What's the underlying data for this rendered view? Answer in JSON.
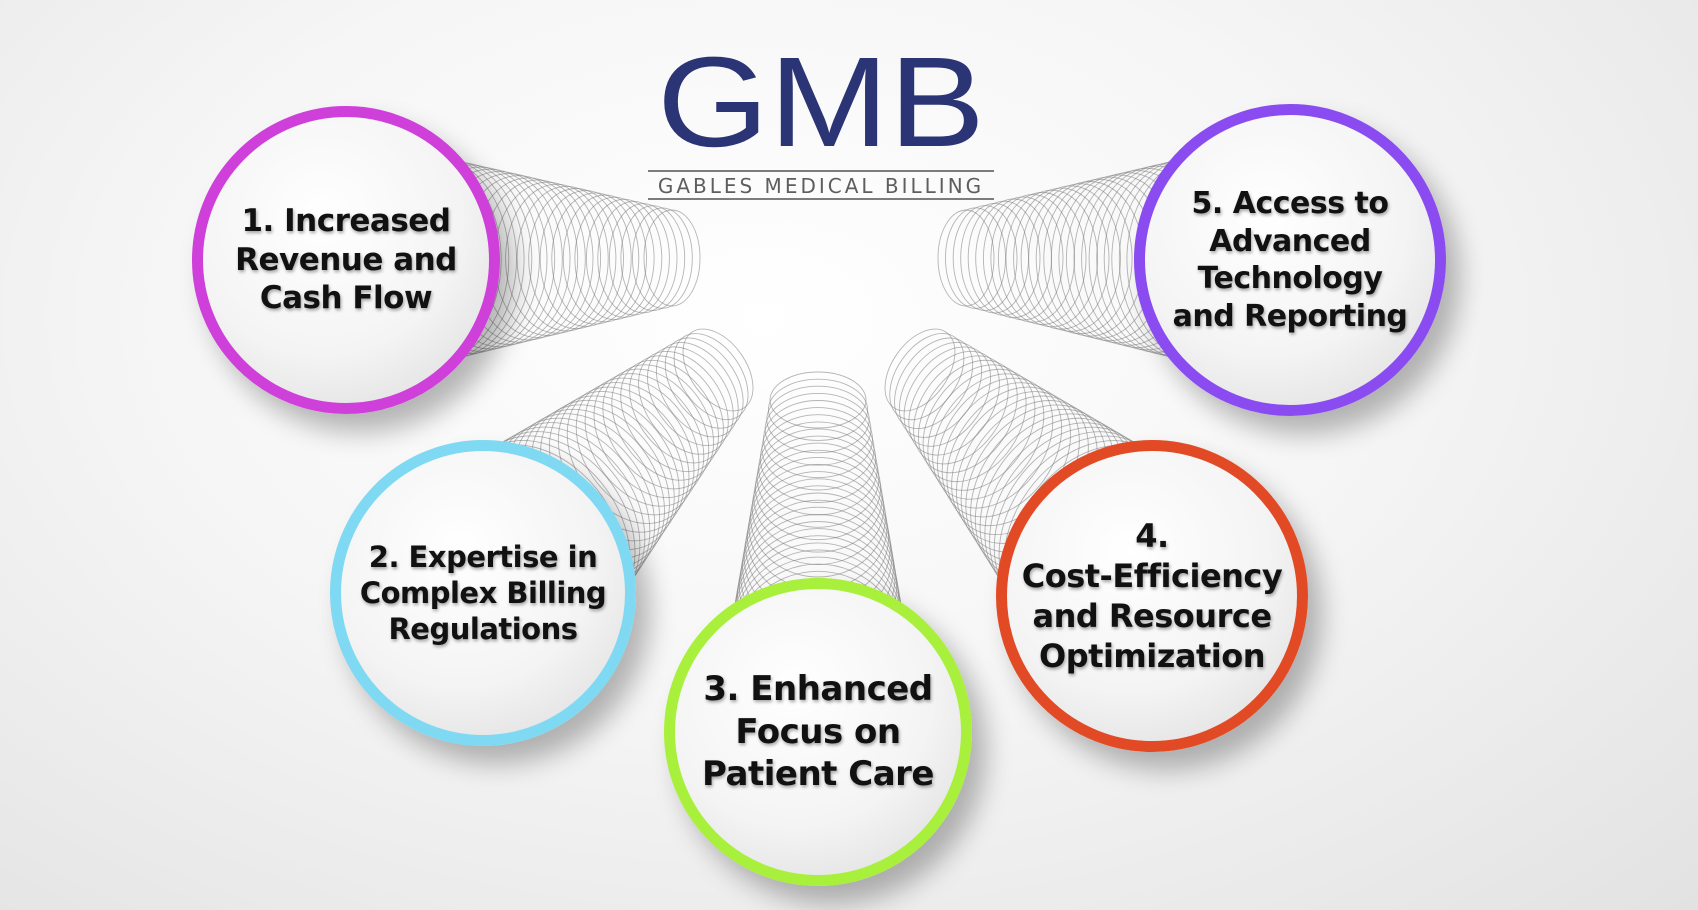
{
  "logo": {
    "letters": "GMB",
    "name": "GABLES MEDICAL BILLING",
    "color": "#2b3576"
  },
  "nodes": [
    {
      "label": "1. Increased Revenue and Cash Flow",
      "lines": [
        "1. Increased",
        "Revenue and",
        "Cash Flow"
      ],
      "color": "#cf3fd9"
    },
    {
      "label": "2. Expertise in Complex Billing Regulations",
      "lines": [
        "2. Expertise in",
        "Complex Billing",
        "Regulations"
      ],
      "color": "#7fd9f2"
    },
    {
      "label": "3. Enhanced Focus on Patient Care",
      "lines": [
        "3. Enhanced",
        "Focus on",
        "Patient Care"
      ],
      "color": "#a8f03c"
    },
    {
      "label": "4. Cost-Efficiency and Resource Optimization",
      "lines": [
        "4.",
        "Cost-Efficiency",
        "and Resource",
        "Optimization"
      ],
      "color": "#e24a25"
    },
    {
      "label": "5. Access to Advanced Technology and Reporting",
      "lines": [
        "5. Access to",
        "Advanced",
        "Technology",
        "and Reporting"
      ],
      "color": "#8a4cf0"
    }
  ]
}
